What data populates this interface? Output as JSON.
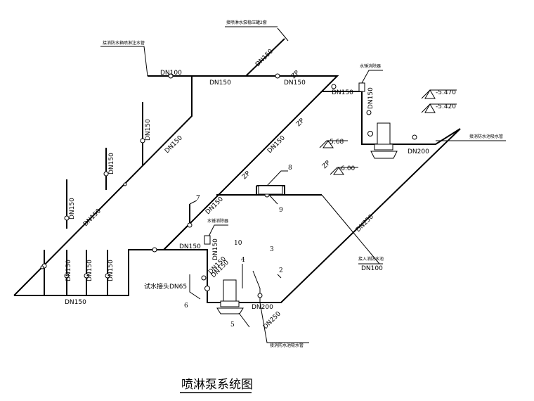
{
  "title": "喷淋泵系统图",
  "notes": {
    "to_alarm_valve": "接喷淋水泵稳压罐2套",
    "to_supply_pipe": "接消防水箱喷淋注水管",
    "eliminator_top": "水锤消除器",
    "eliminator_bottom": "水锤消除器",
    "to_suction_top": "接消防水池吸水管",
    "to_suction_bottom": "接消防水池吸水管",
    "test_outlet": "试水接头DN65",
    "drain": "接入消防水池",
    "drain_dn": "DN100"
  },
  "levels": [
    "-5.470",
    "-5.420",
    "-5.68",
    "-6.00"
  ],
  "pipe_labels": {
    "dn100_top": "DN100",
    "dn150_a": "DN150",
    "dn150_b": "DN150",
    "dn150_c": "DN150",
    "dn150_d": "DN150",
    "dn150_riser": "DN150",
    "dn200_top": "DN200",
    "dn150_mid": "DN150",
    "dn150_mid2": "DN150",
    "dn150_riser2": "DN150",
    "dn200_bottom": "DN200",
    "dn150_bottom": "DN150",
    "dn250_top": "DN250",
    "dn250_bottom": "DN250",
    "dn150_v1": "DN150",
    "dn150_v2": "DN150",
    "dn150_v3": "DN150",
    "dn150_v4": "DN150",
    "dn150_v5": "DN150",
    "dn150_v6": "DN150",
    "dn150_diag1": "DN150",
    "dn150_diag2": "DN150",
    "dn150_diag3": "DN150",
    "dn150_diag4": "DN150",
    "dn150_diag5": "DN150",
    "zp_a": "ZP",
    "zp_b": "ZP",
    "zp_c": "ZP",
    "zp_d": "ZP"
  },
  "callouts": [
    "2",
    "3",
    "4",
    "5",
    "6",
    "7",
    "8",
    "9",
    "10"
  ]
}
